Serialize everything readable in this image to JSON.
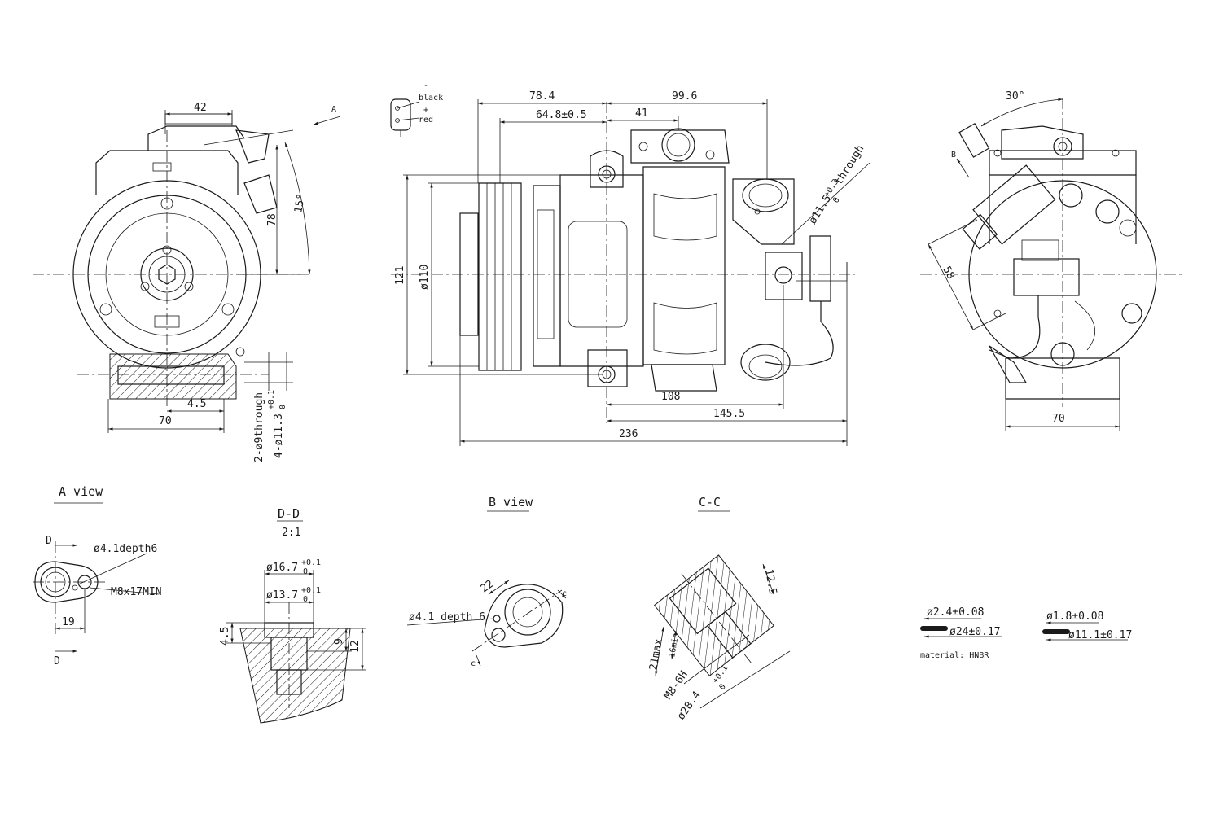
{
  "connector": {
    "minus": "-",
    "black": "black",
    "plus": "+",
    "red": "red"
  },
  "front_view": {
    "dim_42": "42",
    "view_arrow_a": "A",
    "dim_78": "78",
    "angle_15": "15°",
    "dim_4_5": "4.5",
    "dim_70": "70",
    "hole_1": "2-ø9through",
    "hole_2": "4-ø11.3",
    "hole_2_tol_upper": "+0.1",
    "hole_2_tol_lower": "0"
  },
  "side_view": {
    "dim_78_4": "78.4",
    "dim_64_8": "64.8±0.5",
    "dim_99_6": "99.6",
    "dim_41": "41",
    "dim_121": "121",
    "dim_110": "ø110",
    "port_note": "ø11.5",
    "port_tol_upper": "+0.3",
    "port_tol_lower": "0",
    "port_through": "through",
    "dim_108": "108",
    "dim_145_5": "145.5",
    "dim_236": "236"
  },
  "rear_view": {
    "angle_30": "30°",
    "view_arrow_b": "B",
    "dim_58": "58",
    "dim_70": "70"
  },
  "a_view": {
    "title": "A view",
    "section_d_top": "D",
    "section_d_bottom": "D",
    "hole_note": "ø4.1depth6",
    "thread_note": "M8x17MIN",
    "dim_19": "19"
  },
  "dd_section": {
    "title": "D-D",
    "scale": "2:1",
    "dia_outer": "ø16.7",
    "dia_outer_tol_upper": "+0.1",
    "dia_outer_tol_lower": "0",
    "dia_inner": "ø13.7",
    "dia_inner_tol_upper": "+0.1",
    "dia_inner_tol_lower": "0",
    "dim_4_5": "4.5",
    "dim_9": "9",
    "dim_12": "12"
  },
  "b_view": {
    "title": "B view",
    "dim_22": "22",
    "hole_note": "ø4.1  depth  6",
    "section_c_top": "c",
    "section_c_bottom": "c"
  },
  "cc_section": {
    "title": "C-C",
    "dim_12_5": "12.5",
    "dim_16min": "16min",
    "dim_21max": "21max",
    "thread": "M8-6H",
    "dia": "ø28.4",
    "dia_tol_upper": "+0.1",
    "dia_tol_lower": "0"
  },
  "orings": {
    "ring1_cross": "ø2.4±0.08",
    "ring1_inner": "ø24±0.17",
    "ring2_cross": "ø1.8±0.08",
    "ring2_inner": "ø11.1±0.17",
    "material": "material: HNBR"
  }
}
